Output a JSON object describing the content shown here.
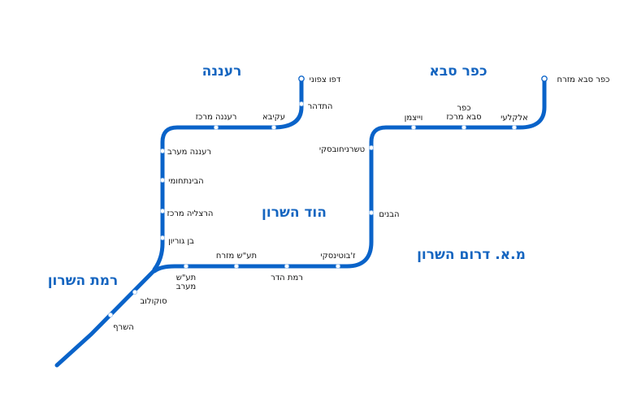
{
  "colors": {
    "line": "#0a63c9",
    "region_label": "#1565c0",
    "station_fill": "#ffffff"
  },
  "regions": [
    "רעננה",
    "כפר סבא",
    "הוד השרון",
    "מ.א. דרום השרון",
    "רמת השרון"
  ],
  "line_north": {
    "stations": [
      "דפו צפוני",
      "התדהר",
      "עקיבא",
      "רעננה מרכז",
      "רעננה מערב",
      "הבינתחומי",
      "הרצליה מרכז",
      "בן גוריון"
    ]
  },
  "line_east": {
    "stations": [
      "כפר סבא מזרח",
      "אלקלעי",
      "כפר סבא מרכז",
      "וייצמן",
      "טשרניחובסקי",
      "הבנים",
      "ז'בוטינסקי",
      "רמת הדר",
      "תע\"ש מזרח",
      "תע\"ש מערב"
    ]
  },
  "shared_trunk": {
    "stations": [
      "סוקולוב",
      "השרף"
    ]
  }
}
